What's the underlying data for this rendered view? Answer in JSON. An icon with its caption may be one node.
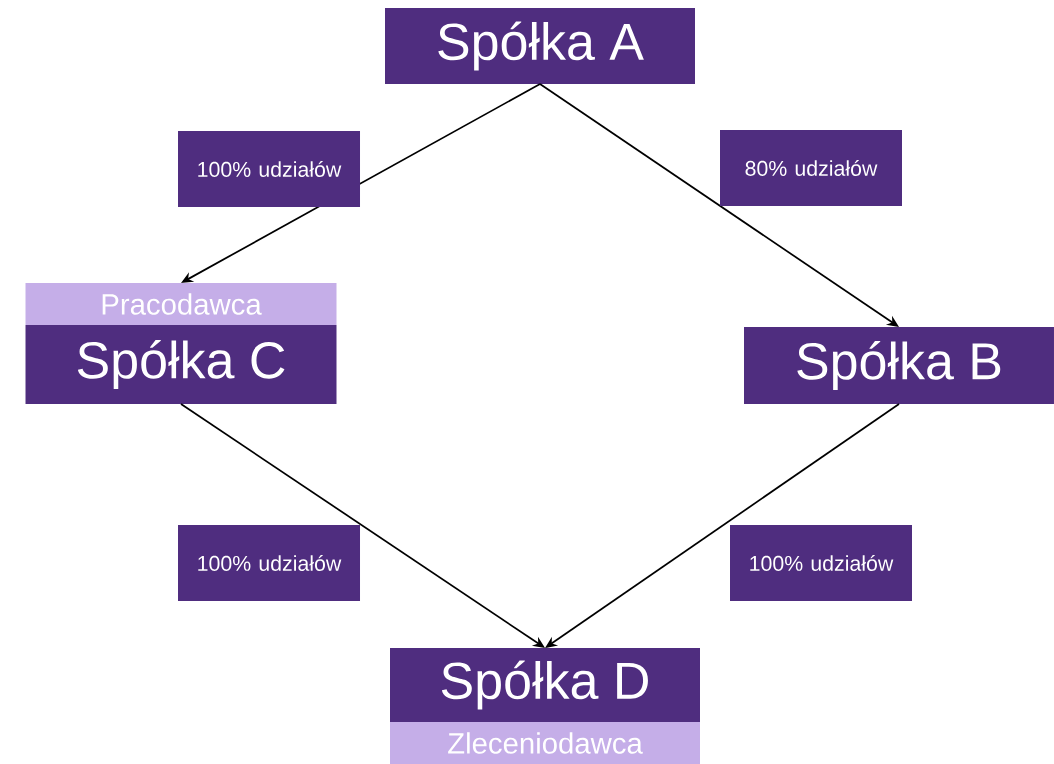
{
  "diagram": {
    "nodes": [
      {
        "text": [
          "Spółka A"
        ]
      },
      {
        "text": [
          "Pracodawca",
          "Spółka C"
        ]
      },
      {
        "text": [
          "Spółka B"
        ]
      },
      {
        "text": [
          "Spółka D",
          "Zleceniodawca"
        ]
      }
    ],
    "edges": [
      {
        "from": 0,
        "to": 1,
        "arrow": "to",
        "label": "100% udziałów"
      },
      {
        "from": 0,
        "to": 2,
        "arrow": "to",
        "label": "80% udziałów"
      },
      {
        "from": 1,
        "to": 3,
        "arrow": "to",
        "label": "100% udziałów"
      },
      {
        "from": 2,
        "to": 3,
        "arrow": "to",
        "label": "100% udziałów"
      }
    ]
  }
}
